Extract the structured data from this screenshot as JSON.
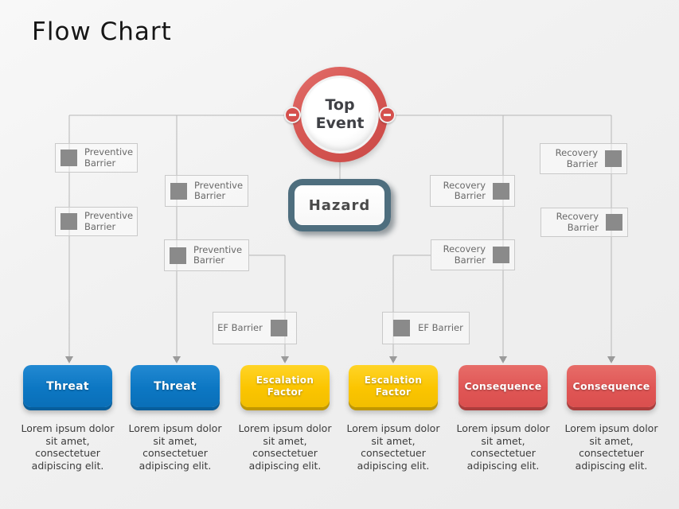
{
  "title": "Flow Chart",
  "top_event": {
    "label": "Top Event"
  },
  "hazard": {
    "label": "Hazard"
  },
  "barriers": [
    {
      "id": "preventive-barrier-1",
      "label": "Preventive Barrier"
    },
    {
      "id": "preventive-barrier-2",
      "label": "Preventive Barrier"
    },
    {
      "id": "preventive-barrier-3",
      "label": "Preventive Barrier"
    },
    {
      "id": "preventive-barrier-4",
      "label": "Preventive Barrier"
    },
    {
      "id": "recovery-barrier-1",
      "label": "Recovery Barrier"
    },
    {
      "id": "recovery-barrier-2",
      "label": "Recovery Barrier"
    },
    {
      "id": "recovery-barrier-3",
      "label": "Recovery Barrier"
    },
    {
      "id": "recovery-barrier-4",
      "label": "Recovery Barrier"
    },
    {
      "id": "ef-barrier-1",
      "label": "EF Barrier"
    },
    {
      "id": "ef-barrier-2",
      "label": "EF Barrier"
    }
  ],
  "nodes": [
    {
      "type": "threat",
      "label": "Threat",
      "description": "Lorem ipsum dolor sit amet, consectetuer adipiscing elit."
    },
    {
      "type": "threat",
      "label": "Threat",
      "description": "Lorem ipsum dolor sit amet, consectetuer adipiscing elit."
    },
    {
      "type": "escalation-factor",
      "label": "Escalation Factor",
      "description": "Lorem ipsum dolor sit amet, consectetuer adipiscing elit."
    },
    {
      "type": "escalation-factor",
      "label": "Escalation Factor",
      "description": "Lorem ipsum dolor sit amet, consectetuer adipiscing elit."
    },
    {
      "type": "consequence",
      "label": "Consequence",
      "description": "Lorem ipsum dolor sit amet, consectetuer adipiscing elit."
    },
    {
      "type": "consequence",
      "label": "Consequence",
      "description": "Lorem ipsum dolor sit amet, consectetuer adipiscing elit."
    }
  ],
  "colors": {
    "background": "#f1f1f1",
    "connector_line": "#b6b6b6",
    "arrow": "#9b9b9b",
    "ring_red": "#d65753",
    "hazard_border": "#4e6e7e",
    "threat_blue": "#0c77c3",
    "escalation_yellow": "#fbc500",
    "consequence_red": "#e05655",
    "barrier_square_gray": "#8a8a8a",
    "barrier_border": "#c9c9c9",
    "text_dark": "#3c3c3c"
  }
}
